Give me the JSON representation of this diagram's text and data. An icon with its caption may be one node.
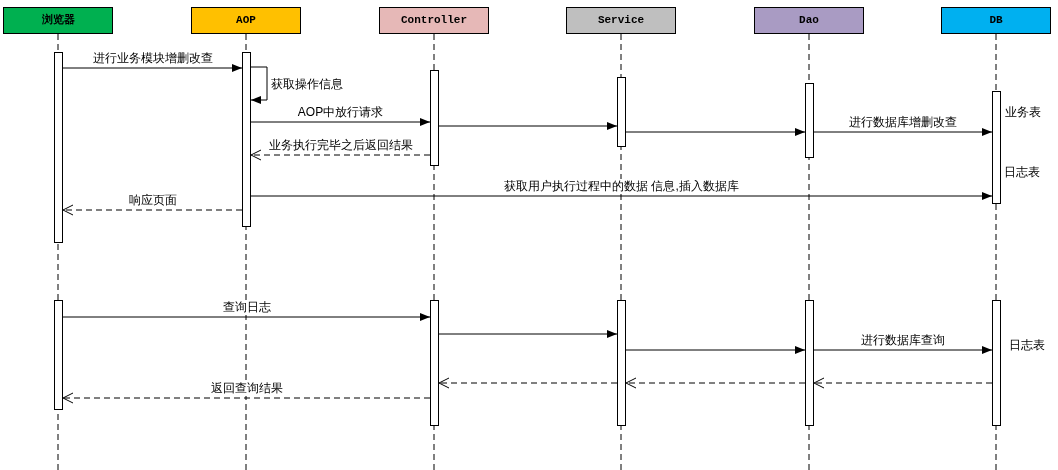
{
  "diagram": {
    "nodes": [
      {
        "text": [
          "浏览器"
        ]
      },
      {
        "text": [
          "AOP"
        ]
      },
      {
        "text": [
          "Controller"
        ]
      },
      {
        "text": [
          "Service"
        ]
      },
      {
        "text": [
          "Dao"
        ]
      },
      {
        "text": [
          "DB"
        ]
      },
      {
        "text": [],
        "shape": "bar"
      },
      {
        "text": [],
        "shape": "bar"
      },
      {
        "text": [],
        "shape": "bar"
      },
      {
        "text": [],
        "shape": "bar"
      },
      {
        "text": [],
        "shape": "bar"
      },
      {
        "text": [],
        "shape": "bar",
        "beside": [
          "业务表",
          "日志表"
        ]
      },
      {
        "text": [],
        "shape": "bar"
      },
      {
        "text": [],
        "shape": "bar"
      },
      {
        "text": [],
        "shape": "bar"
      },
      {
        "text": [],
        "shape": "bar"
      },
      {
        "text": [],
        "shape": "bar",
        "beside": [
          "日志表"
        ]
      }
    ],
    "edges": [
      {
        "from": 6,
        "to": 7,
        "arrow": "to",
        "label": "进行业务模块增删改查"
      },
      {
        "from": 7,
        "to": 7,
        "arrow": "to",
        "label": "获取操作信息"
      },
      {
        "from": 7,
        "to": 8,
        "arrow": "to",
        "label": "AOP中放行请求"
      },
      {
        "from": 8,
        "to": 9,
        "arrow": "to"
      },
      {
        "from": 9,
        "to": 10,
        "arrow": "to"
      },
      {
        "from": 10,
        "to": 11,
        "arrow": "to",
        "label": "进行数据库增删改查"
      },
      {
        "from": 8,
        "to": 7,
        "arrow": "to",
        "label": "业务执行完毕之后返回结果",
        "style": "dashed"
      },
      {
        "from": 7,
        "to": 11,
        "arrow": "to",
        "label": "获取用户执行过程中的数据 信息,插入数据库"
      },
      {
        "from": 7,
        "to": 6,
        "arrow": "to",
        "label": "响应页面",
        "style": "dashed"
      },
      {
        "from": 12,
        "to": 13,
        "arrow": "to",
        "label": "查询日志"
      },
      {
        "from": 13,
        "to": 14,
        "arrow": "to"
      },
      {
        "from": 14,
        "to": 15,
        "arrow": "to"
      },
      {
        "from": 15,
        "to": 16,
        "arrow": "to",
        "label": "进行数据库查询"
      },
      {
        "from": 16,
        "to": 15,
        "arrow": "to",
        "style": "dashed"
      },
      {
        "from": 15,
        "to": 14,
        "arrow": "to",
        "style": "dashed"
      },
      {
        "from": 14,
        "to": 13,
        "arrow": "to",
        "style": "dashed"
      },
      {
        "from": 13,
        "to": 12,
        "arrow": "to",
        "label": "返回查询结果",
        "style": "dashed"
      }
    ]
  }
}
